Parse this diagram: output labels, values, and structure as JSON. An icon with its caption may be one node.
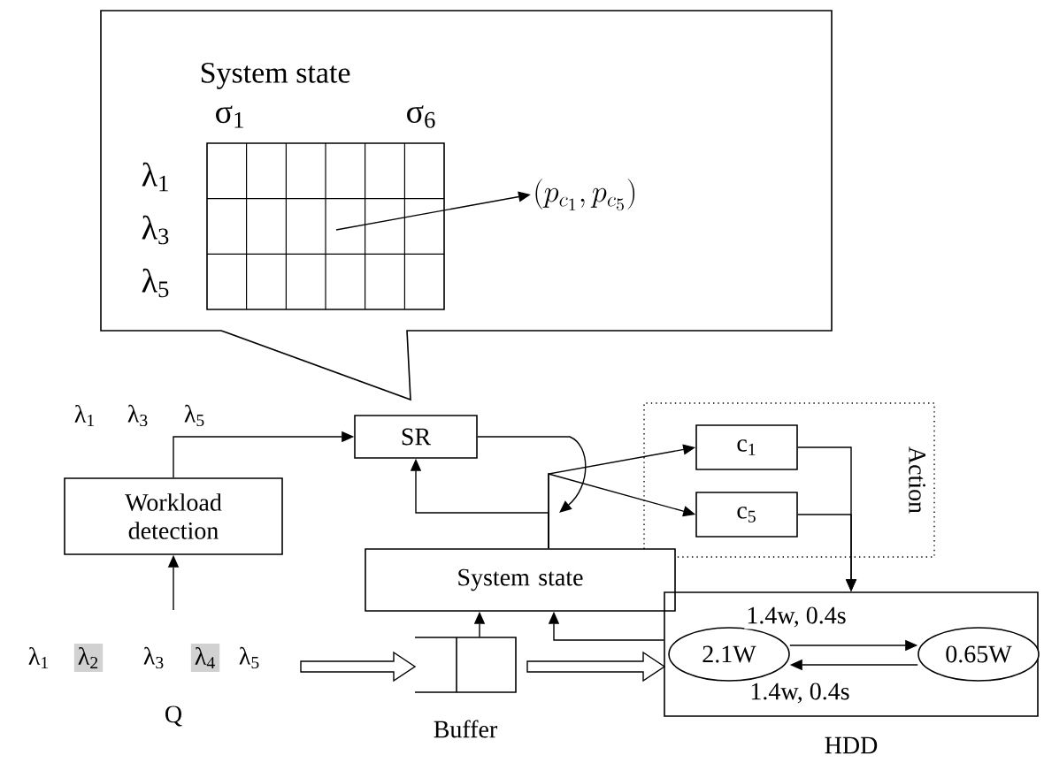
{
  "diagram": {
    "nodes": [
      {
        "text": [],
        "shape": "box"
      },
      {
        "text": [
          "System state"
        ],
        "in": 0
      },
      {
        "text": [
          "(p_{c_1}, p_{c_5})"
        ],
        "in": 0
      },
      {
        "text": [
          "SR"
        ]
      },
      {
        "text": [
          "Action"
        ]
      },
      {
        "text": [
          "c$_{1}$"
        ],
        "in": 4
      },
      {
        "text": [
          "c$_{5}$"
        ],
        "in": 4
      },
      {
        "text": [
          "Workload detection"
        ]
      },
      {
        "text": [
          "System state"
        ]
      },
      {
        "text": [
          "HDD"
        ]
      },
      {
        "text": [
          "2.1W"
        ],
        "in": 9
      },
      {
        "text": [
          "0.65W"
        ],
        "in": 9
      },
      {
        "text": [
          "Buffer"
        ]
      }
    ],
    "edges": [
      {
        "from": 1,
        "to": 2,
        "arrow": "to"
      },
      {
        "from": 7,
        "to": 3,
        "arrow": "to"
      },
      {
        "from": 3,
        "to": null,
        "arrow": "to"
      },
      {
        "from": 8,
        "to": 5,
        "arrow": "to"
      },
      {
        "from": 8,
        "to": 6,
        "arrow": "to"
      },
      {
        "from": 8,
        "to": 3,
        "arrow": "to"
      },
      {
        "from": 5,
        "to": 9,
        "arrow": "to"
      },
      {
        "from": 6,
        "to": 9,
        "arrow": "to"
      },
      {
        "from": null,
        "to": 7,
        "arrow": "to"
      },
      {
        "from": null,
        "to": 12,
        "arrow": "to",
        "style": "thick"
      },
      {
        "from": 12,
        "to": 9,
        "arrow": "to",
        "style": "thick"
      },
      {
        "from": 12,
        "to": 8,
        "arrow": "to"
      },
      {
        "from": 9,
        "to": 8,
        "arrow": "to"
      },
      {
        "from": 10,
        "to": 11,
        "arrow": "to",
        "label": "1.4w, 0.4s"
      },
      {
        "from": 11,
        "to": 10,
        "arrow": "to",
        "label": "1.4w, 0.4s"
      }
    ],
    "labels": [
      "σ$_{1}$",
      "σ$_{6}$",
      "λ$_{1}$",
      "λ$_{3}$",
      "λ$_{5}$",
      "λ$_{1}$",
      "λ$_{3}$",
      "λ$_{5}$",
      "λ$_{1}$",
      "λ$_{2}$",
      "λ$_{3}$",
      "λ$_{4}$",
      "λ$_{5}$",
      "Q"
    ]
  }
}
